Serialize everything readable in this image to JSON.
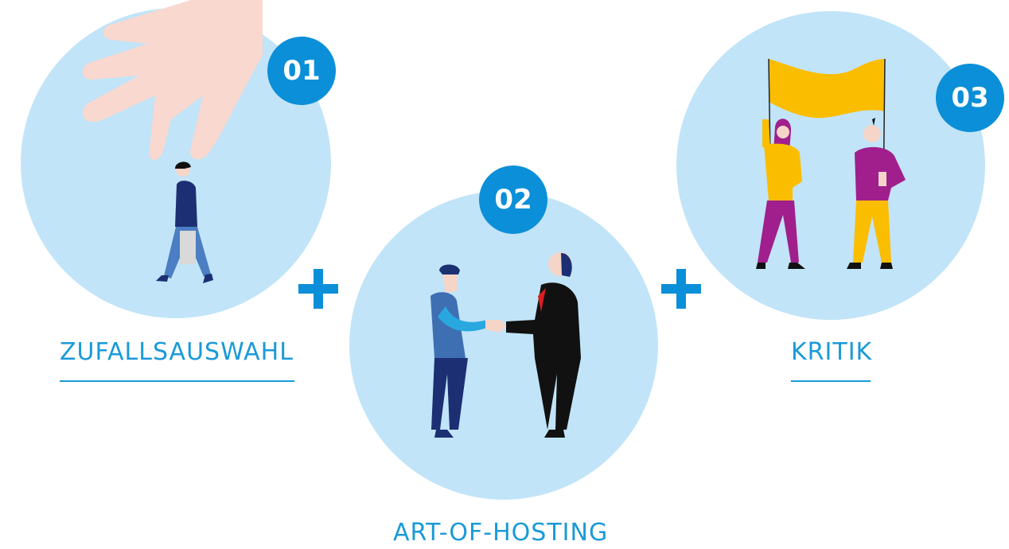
{
  "steps": [
    {
      "number": "01",
      "label": "ZUFALLSAUSWAHL"
    },
    {
      "number": "02",
      "label": "ART-OF-HOSTING"
    },
    {
      "number": "03",
      "label": "KRITIK"
    }
  ],
  "colors": {
    "circle": "#c1e4f8",
    "accent": "#0b8fd8",
    "label": "#1a9ad8",
    "flag": "#fbbd00"
  },
  "icons": [
    "plus-icon",
    "plus-icon"
  ]
}
